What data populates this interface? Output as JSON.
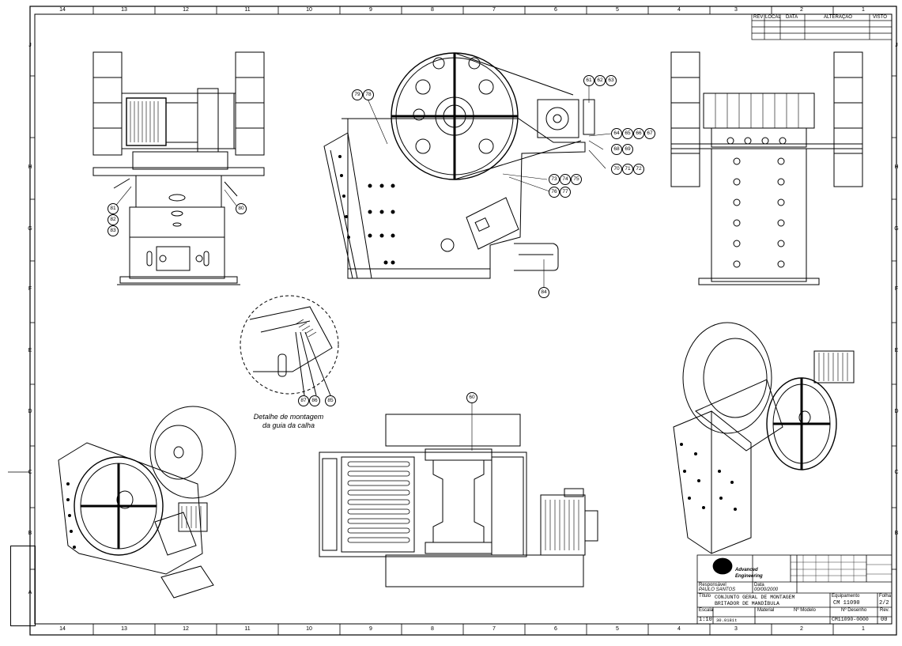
{
  "sheet": {
    "columns": [
      "14",
      "13",
      "12",
      "11",
      "10",
      "9",
      "8",
      "7",
      "6",
      "5",
      "4",
      "3",
      "2",
      "1"
    ],
    "rows": [
      "J",
      "I",
      "H",
      "G",
      "F",
      "E",
      "D",
      "C",
      "B",
      "A"
    ]
  },
  "revision_block": {
    "headers": [
      "REV",
      "LOCAL",
      "DATA",
      "ALTERAÇÃO",
      "VISTO"
    ]
  },
  "balloons": {
    "b61": "61",
    "b62": "62",
    "b63": "63",
    "b64": "64",
    "b65": "65",
    "b66": "66",
    "b67": "67",
    "b68": "68",
    "b69": "69",
    "b70": "70",
    "b71": "71",
    "b72": "72",
    "b73": "73",
    "b74": "74",
    "b75": "75",
    "b76": "76",
    "b77": "77",
    "b78": "78",
    "b79": "79",
    "b80": "80",
    "b81": "81",
    "b82": "82",
    "b83": "83",
    "b84": "84",
    "b85": "85",
    "b86": "86",
    "b87": "87",
    "b60": "60"
  },
  "detail_caption": {
    "line1": "Detalhe de montagem",
    "line2": "da guia da calha"
  },
  "title_block": {
    "company_line1": "Advanced",
    "company_line2": "Engineering",
    "responsavel_label": "Responsável",
    "responsavel_value": "PAULO SANTOS",
    "data_label": "Data",
    "data_value": "00/00/2000",
    "titulo_label": "Título",
    "titulo_line1": "CONJUNTO GERAL DE MONTAGEM",
    "titulo_line2": "BRITADOR DE MANDÍBULA",
    "equipamento_label": "Equipamento",
    "equipamento_value": "CM 11090",
    "folha_label": "Folha",
    "folha_value": "2/2",
    "escala_label": "Escala",
    "escala_value": "1:10",
    "material_label": "Material",
    "modelo_label": "Nº Modelo",
    "desenho_label": "Nº Desenho",
    "desenho_value": "CM11090-0000",
    "rev_label": "Rev.",
    "rev_value": "00",
    "peso_value": "30.0181t"
  }
}
